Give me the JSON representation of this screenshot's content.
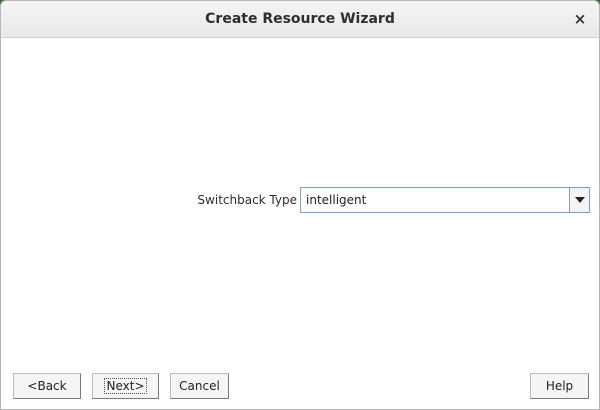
{
  "dialog": {
    "title": "Create Resource Wizard",
    "close_glyph": "×"
  },
  "form": {
    "switchback_label": "Switchback Type",
    "switchback_value": "intelligent",
    "dropdown_icon": "chevron-down-icon"
  },
  "buttons": {
    "back": "<Back",
    "next": "Next>",
    "cancel": "Cancel",
    "help": "Help"
  },
  "colors": {
    "combo_border": "#7b9ecb",
    "background": "#ffffff",
    "titlebar": "#eeeeee"
  }
}
